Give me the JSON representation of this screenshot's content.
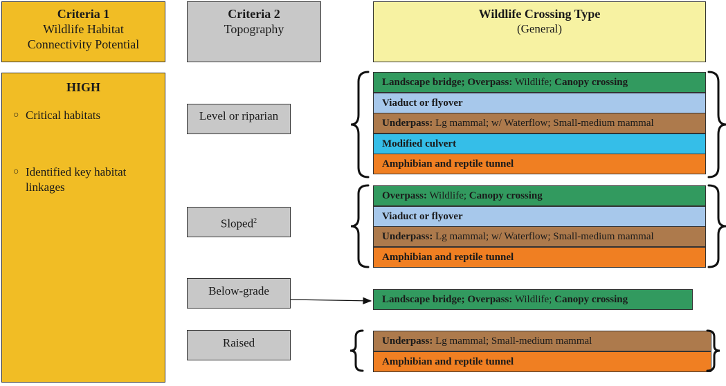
{
  "criteria1": {
    "title": "Criteria 1",
    "line1": "Wildlife Habitat",
    "line2": "Connectivity Potential",
    "color": "#f1bd25"
  },
  "criteria2": {
    "title": "Criteria 2",
    "subtitle": "Topography",
    "color": "#c8c8c8"
  },
  "crossing": {
    "title": "Wildlife Crossing Type",
    "subtitle": "(General)",
    "color": "#f7f2a2"
  },
  "habitat": {
    "level": "HIGH",
    "bullets": [
      "Critical habitats",
      "Identified key habitat linkages"
    ]
  },
  "topography": [
    {
      "label": "Level or riparian"
    },
    {
      "label": "Sloped",
      "sup": "2"
    },
    {
      "label": "Below-grade"
    },
    {
      "label": "Raised"
    }
  ],
  "groups": [
    {
      "rows": [
        {
          "color": "#329a5f",
          "parts": [
            [
              "b",
              "Landscape bridge; Overpass:"
            ],
            [
              "n",
              " Wildlife; "
            ],
            [
              "b",
              "Canopy crossing"
            ]
          ]
        },
        {
          "color": "#a7c8eb",
          "parts": [
            [
              "b",
              "Viaduct or flyover"
            ]
          ]
        },
        {
          "color": "#ad7a4c",
          "parts": [
            [
              "b",
              "Underpass:"
            ],
            [
              "n",
              " Lg mammal; w/ Waterflow; Small-medium mammal"
            ]
          ]
        },
        {
          "color": "#35bee8",
          "parts": [
            [
              "b",
              "Modified culvert"
            ]
          ]
        },
        {
          "color": "#f07f22",
          "parts": [
            [
              "b",
              "Amphibian and reptile tunnel"
            ]
          ]
        }
      ]
    },
    {
      "rows": [
        {
          "color": "#329a5f",
          "parts": [
            [
              "b",
              "Overpass:"
            ],
            [
              "n",
              " Wildlife; "
            ],
            [
              "b",
              "Canopy crossing"
            ]
          ]
        },
        {
          "color": "#a7c8eb",
          "parts": [
            [
              "b",
              "Viaduct or flyover"
            ]
          ]
        },
        {
          "color": "#ad7a4c",
          "parts": [
            [
              "b",
              "Underpass:"
            ],
            [
              "n",
              " Lg mammal; w/ Waterflow; Small-medium mammal"
            ]
          ]
        },
        {
          "color": "#f07f22",
          "parts": [
            [
              "b",
              "Amphibian and reptile tunnel"
            ]
          ]
        }
      ]
    },
    {
      "rows": [
        {
          "color": "#329a5f",
          "parts": [
            [
              "b",
              "Landscape bridge; Overpass:"
            ],
            [
              "n",
              " Wildlife; "
            ],
            [
              "b",
              "Canopy crossing"
            ]
          ]
        }
      ]
    },
    {
      "rows": [
        {
          "color": "#ad7a4c",
          "parts": [
            [
              "b",
              "Underpass:"
            ],
            [
              "n",
              " Lg mammal; Small-medium mammal"
            ]
          ]
        },
        {
          "color": "#f07f22",
          "parts": [
            [
              "b",
              "Amphibian and reptile tunnel"
            ]
          ]
        }
      ]
    }
  ]
}
